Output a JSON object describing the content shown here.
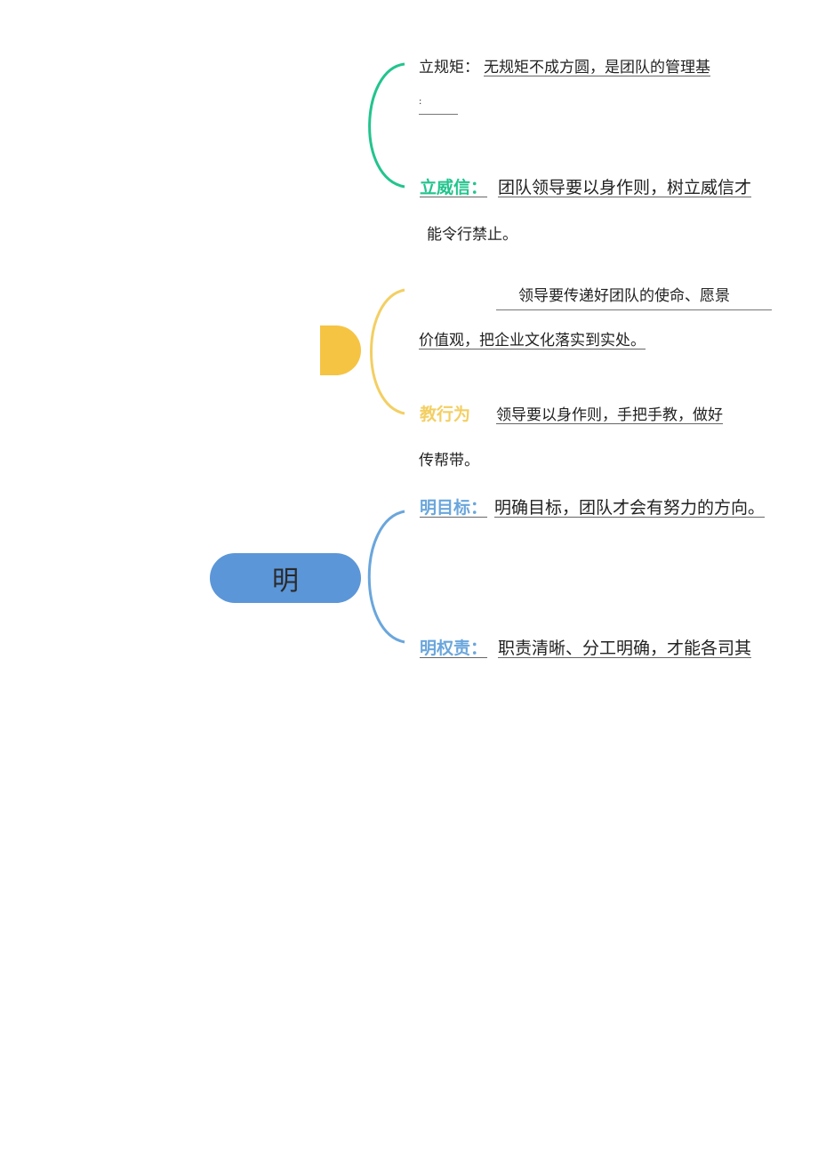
{
  "colors": {
    "green": "#22c48e",
    "yellow": "#f6c443",
    "blue": "#5b96d8"
  },
  "groups": [
    {
      "items": [
        {
          "label": "立规矩：",
          "text": "无规矩不成方圆，是团队的管理基",
          "cont": ": "
        },
        {
          "label": "立威信：",
          "text": "团队领导要以身作则，树立威信才",
          "cont": "能令行禁止。"
        }
      ]
    },
    {
      "items": [
        {
          "label": "",
          "text": "领导要传递好团队的使命、愿景",
          "cont": "价值观，把企业文化落实到实处。"
        },
        {
          "label": "教行为",
          "text": "领导要以身作则，手把手教，做好",
          "cont": "传帮带。"
        }
      ]
    },
    {
      "node": "明",
      "items": [
        {
          "label": "明目标：",
          "text": "明确目标，团队才会有努力的方向。"
        },
        {
          "label": "明权责：",
          "text": "职责清晰、分工明确，才能各司其"
        }
      ]
    }
  ]
}
